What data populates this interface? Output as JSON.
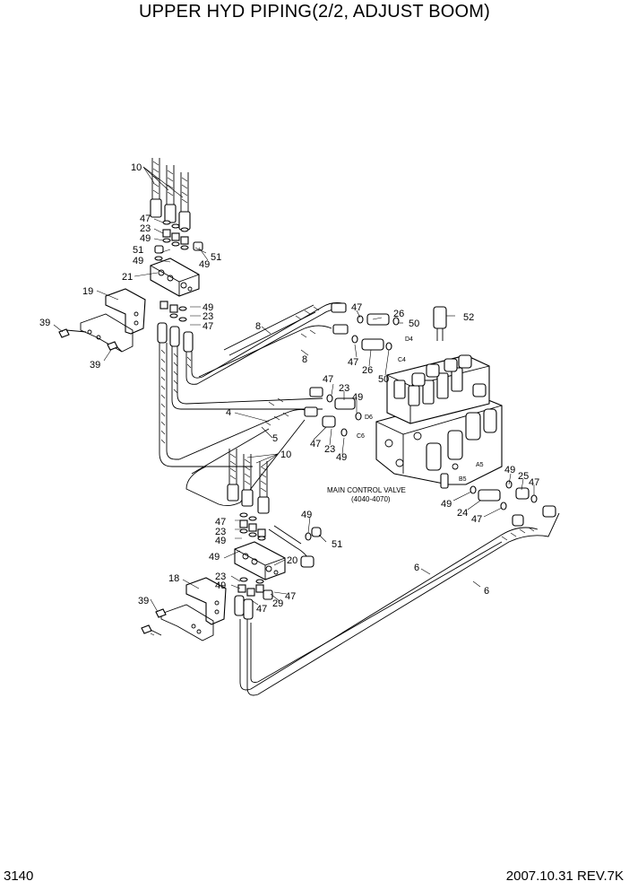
{
  "header": {
    "title": "UPPER HYD PIPING(2/2, ADJUST BOOM)"
  },
  "footer": {
    "page": "3140",
    "revision": "2007.10.31  REV.7K"
  },
  "valve": {
    "name": "MAIN CONTROL VALVE",
    "range": "(4040-4070)"
  },
  "ports": {
    "d4": "D4",
    "c4": "C4",
    "d6": "D6",
    "c6": "C6",
    "a5": "A5",
    "b5": "B5"
  },
  "labels": {
    "p10a": "10",
    "p47a": "47",
    "p23a": "23",
    "p49a": "49",
    "p51a": "51",
    "p49b": "49",
    "p49c": "49",
    "p51b": "51",
    "p21": "21",
    "p19": "19",
    "p49d": "49",
    "p23b": "23",
    "p47b": "47",
    "p39a": "39",
    "p39b": "39",
    "p8a": "8",
    "p8b": "8",
    "p47c": "47",
    "p26a": "26",
    "p50a": "50",
    "p52": "52",
    "p47d": "47",
    "p26b": "26",
    "p50b": "50",
    "p47e": "47",
    "p23c": "23",
    "p49e": "49",
    "p4": "4",
    "p5": "5",
    "p47f": "47",
    "p23d": "23",
    "p49f": "49",
    "p10b": "10",
    "p49g": "49",
    "p25": "25",
    "p47g": "47",
    "p49h": "49",
    "p24": "24",
    "p47h": "47",
    "p47i": "47",
    "p23e": "23",
    "p49i": "49",
    "p49j": "49",
    "p51c": "51",
    "p49k": "49",
    "p20": "20",
    "p18": "18",
    "p23f": "23",
    "p49l": "49",
    "p29": "29",
    "p47j": "47",
    "p47k": "47",
    "p39c": "39",
    "p6a": "6",
    "p6b": "6"
  }
}
